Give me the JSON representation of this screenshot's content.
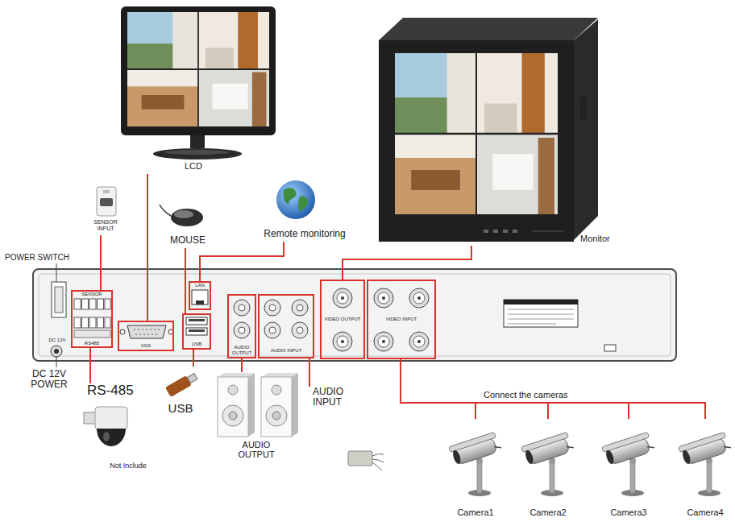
{
  "diagram": {
    "nodes": [
      {
        "text": [
          "DC 12V"
        ]
      },
      {
        "text": [
          "SENSOR",
          "RS485"
        ],
        "in": 0
      },
      {
        "text": [
          "VGA"
        ],
        "in": 0
      },
      {
        "text": [
          "LAN"
        ],
        "in": 0
      },
      {
        "text": [
          "USB"
        ],
        "in": 0
      },
      {
        "text": [
          "AUDIO OUTPUT"
        ],
        "in": 0
      },
      {
        "text": [
          "AUDIO INPUT"
        ],
        "in": 0
      },
      {
        "text": [
          "VIDEO OUTPUT"
        ],
        "in": 0
      },
      {
        "text": [
          "VIDEO INPUT"
        ],
        "in": 0
      },
      {
        "text": [
          "LCD"
        ]
      },
      {
        "text": [
          "Monitor"
        ]
      },
      {
        "text": [
          "Remote monitoring"
        ]
      },
      {
        "text": [
          "MOUSE"
        ]
      },
      {
        "text": [
          "SENSOR INPUT"
        ]
      },
      {
        "text": [
          "RS-485",
          "Not Include"
        ]
      },
      {
        "text": [
          "USB"
        ]
      },
      {
        "text": [
          "AUDIO OUTPUT"
        ]
      },
      {
        "text": [
          "AUDIO INPUT"
        ]
      },
      {
        "text": [
          "Camera1"
        ]
      },
      {
        "text": [
          "Camera2"
        ]
      },
      {
        "text": [
          "Camera3"
        ]
      },
      {
        "text": [
          "Camera4"
        ]
      }
    ],
    "edges": [
      {
        "from": 9,
        "to": 2,
        "arrow": "none"
      },
      {
        "from": 10,
        "to": 7,
        "arrow": "none"
      },
      {
        "from": 11,
        "to": 3,
        "arrow": "none"
      },
      {
        "from": 12,
        "to": 4,
        "arrow": "none"
      },
      {
        "from": 13,
        "to": 1,
        "arrow": "none"
      },
      {
        "from": 14,
        "to": 1,
        "arrow": "none"
      },
      {
        "from": 15,
        "to": 4,
        "arrow": "none"
      },
      {
        "from": 16,
        "to": 5,
        "arrow": "none"
      },
      {
        "from": 17,
        "to": 6,
        "arrow": "none"
      },
      {
        "from": 18,
        "to": 8,
        "arrow": "none"
      },
      {
        "from": 19,
        "to": 8,
        "arrow": "none"
      },
      {
        "from": 20,
        "to": 8,
        "arrow": "none"
      },
      {
        "from": 21,
        "to": 8,
        "arrow": "none"
      }
    ],
    "labels": [
      "POWER SWITCH",
      "DC 12V POWER",
      "Connect the cameras"
    ]
  }
}
